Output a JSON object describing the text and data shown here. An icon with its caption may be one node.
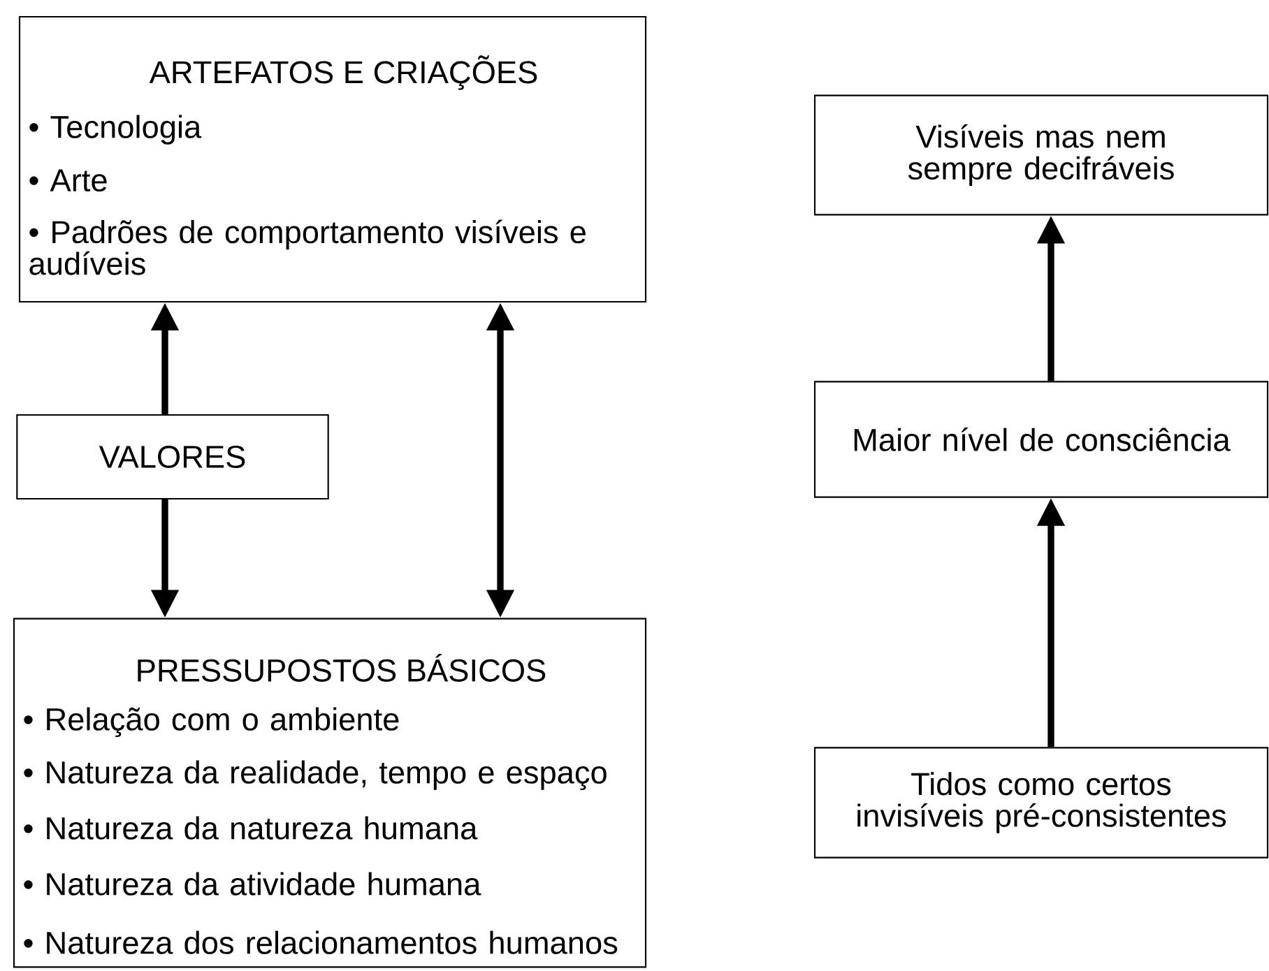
{
  "diagram": {
    "nodes": [
      {
        "text": [
          "ARTEFATOS E CRIAÇÕES",
          "• Tecnologia",
          "• Arte",
          "• Padrões de comportamento visíveis e audíveis"
        ]
      },
      {
        "text": [
          "VALORES"
        ]
      },
      {
        "text": [
          "PRESSUPOSTOS BÁSICOS",
          "• Relação com o ambiente",
          "• Natureza da realidade, tempo e espaço",
          "• Natureza da natureza humana",
          "• Natureza da atividade humana",
          "• Natureza dos relacionamentos humanos"
        ]
      },
      {
        "text": [
          "Visíveis mas nem sempre decifráveis"
        ]
      },
      {
        "text": [
          "Maior nível de consciência"
        ]
      },
      {
        "text": [
          "Tidos como certos invisíveis pré-consistentes"
        ]
      }
    ],
    "edges": [
      {
        "from": 1,
        "to": 0,
        "arrow": "to"
      },
      {
        "from": 1,
        "to": 2,
        "arrow": "to"
      },
      {
        "from": 2,
        "to": 0,
        "arrow": "both"
      },
      {
        "from": 4,
        "to": 3,
        "arrow": "to"
      },
      {
        "from": 5,
        "to": 4,
        "arrow": "to"
      }
    ]
  }
}
